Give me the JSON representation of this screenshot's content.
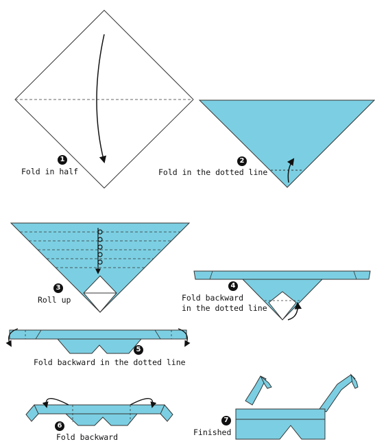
{
  "colors": {
    "paper": "#7ccfe2",
    "outline": "#333333",
    "white_side": "#ffffff"
  },
  "steps": [
    {
      "number": "1",
      "caption": "Fold in half"
    },
    {
      "number": "2",
      "caption": "Fold in the dotted line"
    },
    {
      "number": "3",
      "caption": "Roll up"
    },
    {
      "number": "4",
      "caption_line1": "Fold backward",
      "caption_line2": "in the dotted line"
    },
    {
      "number": "5",
      "caption": "Fold backward in the dotted line"
    },
    {
      "number": "6",
      "caption": "Fold backward"
    },
    {
      "number": "7",
      "caption": "Finished"
    }
  ]
}
